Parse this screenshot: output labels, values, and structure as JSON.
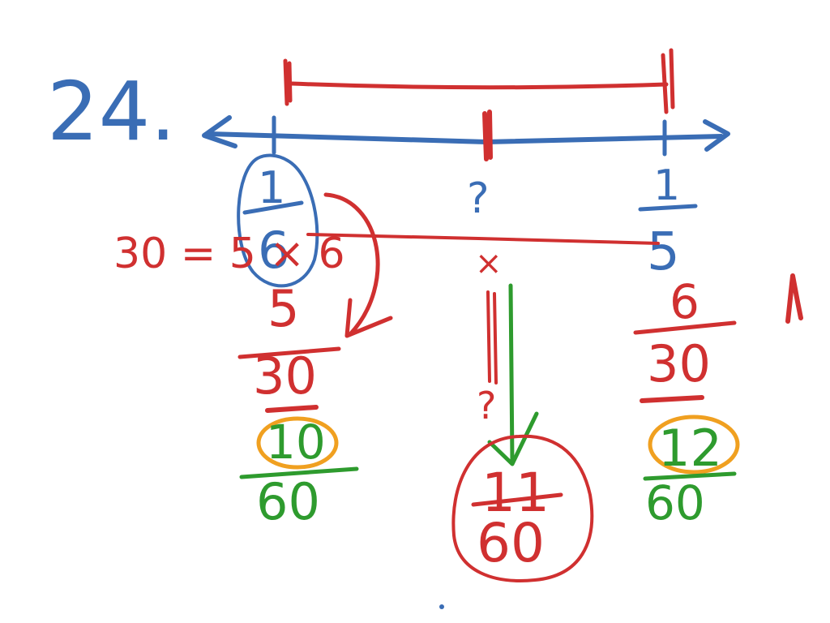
{
  "problem": {
    "number": "24."
  },
  "number_line": {
    "left_endpoint": {
      "numerator": "1",
      "denominator": "6"
    },
    "right_endpoint": {
      "numerator": "1",
      "denominator": "5"
    },
    "midpoint_unknown": "?"
  },
  "work": {
    "left_scale_note": "30 = 5 × 6",
    "left_fraction_30": {
      "numerator": "5",
      "denominator": "30"
    },
    "left_fraction_60": {
      "numerator": "10",
      "denominator": "60"
    },
    "right_fraction_30": {
      "numerator": "6",
      "denominator": "30"
    },
    "right_fraction_60": {
      "numerator": "12",
      "denominator": "60"
    },
    "middle_mark": "×",
    "middle_unknown": "?",
    "answer": {
      "numerator": "11",
      "denominator": "60"
    }
  },
  "colors": {
    "blue": "#3a6db5",
    "red": "#d03030",
    "green": "#2e9b2e",
    "orange": "#f0a020"
  }
}
